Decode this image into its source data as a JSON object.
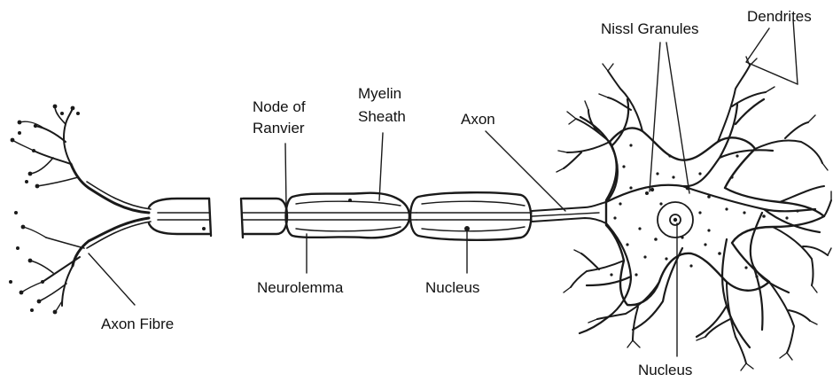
{
  "labels": {
    "nissl_granules": "Nissl Granules",
    "dendrites": "Dendrites",
    "node_of_ranvier_1": "Node of",
    "node_of_ranvier_2": "Ranvier",
    "myelin_sheath_1": "Myelin",
    "myelin_sheath_2": "Sheath",
    "axon": "Axon",
    "neurolemma": "Neurolemma",
    "nucleus_sheath": "Nucleus",
    "nucleus_cell": "Nucleus",
    "axon_fibre": "Axon Fibre"
  },
  "colors": {
    "ink": "#1a1a1a",
    "background": "#ffffff"
  }
}
